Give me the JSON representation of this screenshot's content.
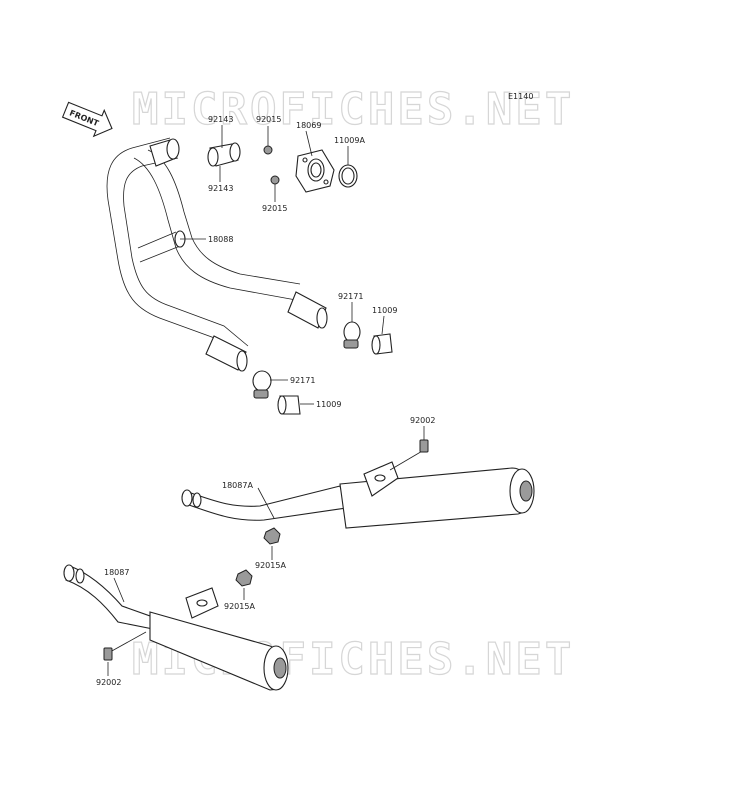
{
  "watermark_text": "MICROFICHES.NET",
  "figure_code": "E1140",
  "front_arrow_label": "FRONT",
  "labels": {
    "l92143_top": "92143",
    "l92015_top": "92015",
    "l18069": "18069",
    "l11009A": "11009A",
    "l92143_bottom": "92143",
    "l92015_bottom": "92015",
    "l18088": "18088",
    "l92171_right": "92171",
    "l11009_right": "11009",
    "l92171_lower": "92171",
    "l11009_lower": "11009",
    "l92002_upper": "92002",
    "l18087A": "18087A",
    "l92015A_upper": "92015A",
    "l18087": "18087",
    "l92015A_lower": "92015A",
    "l92002_lower": "92002"
  }
}
